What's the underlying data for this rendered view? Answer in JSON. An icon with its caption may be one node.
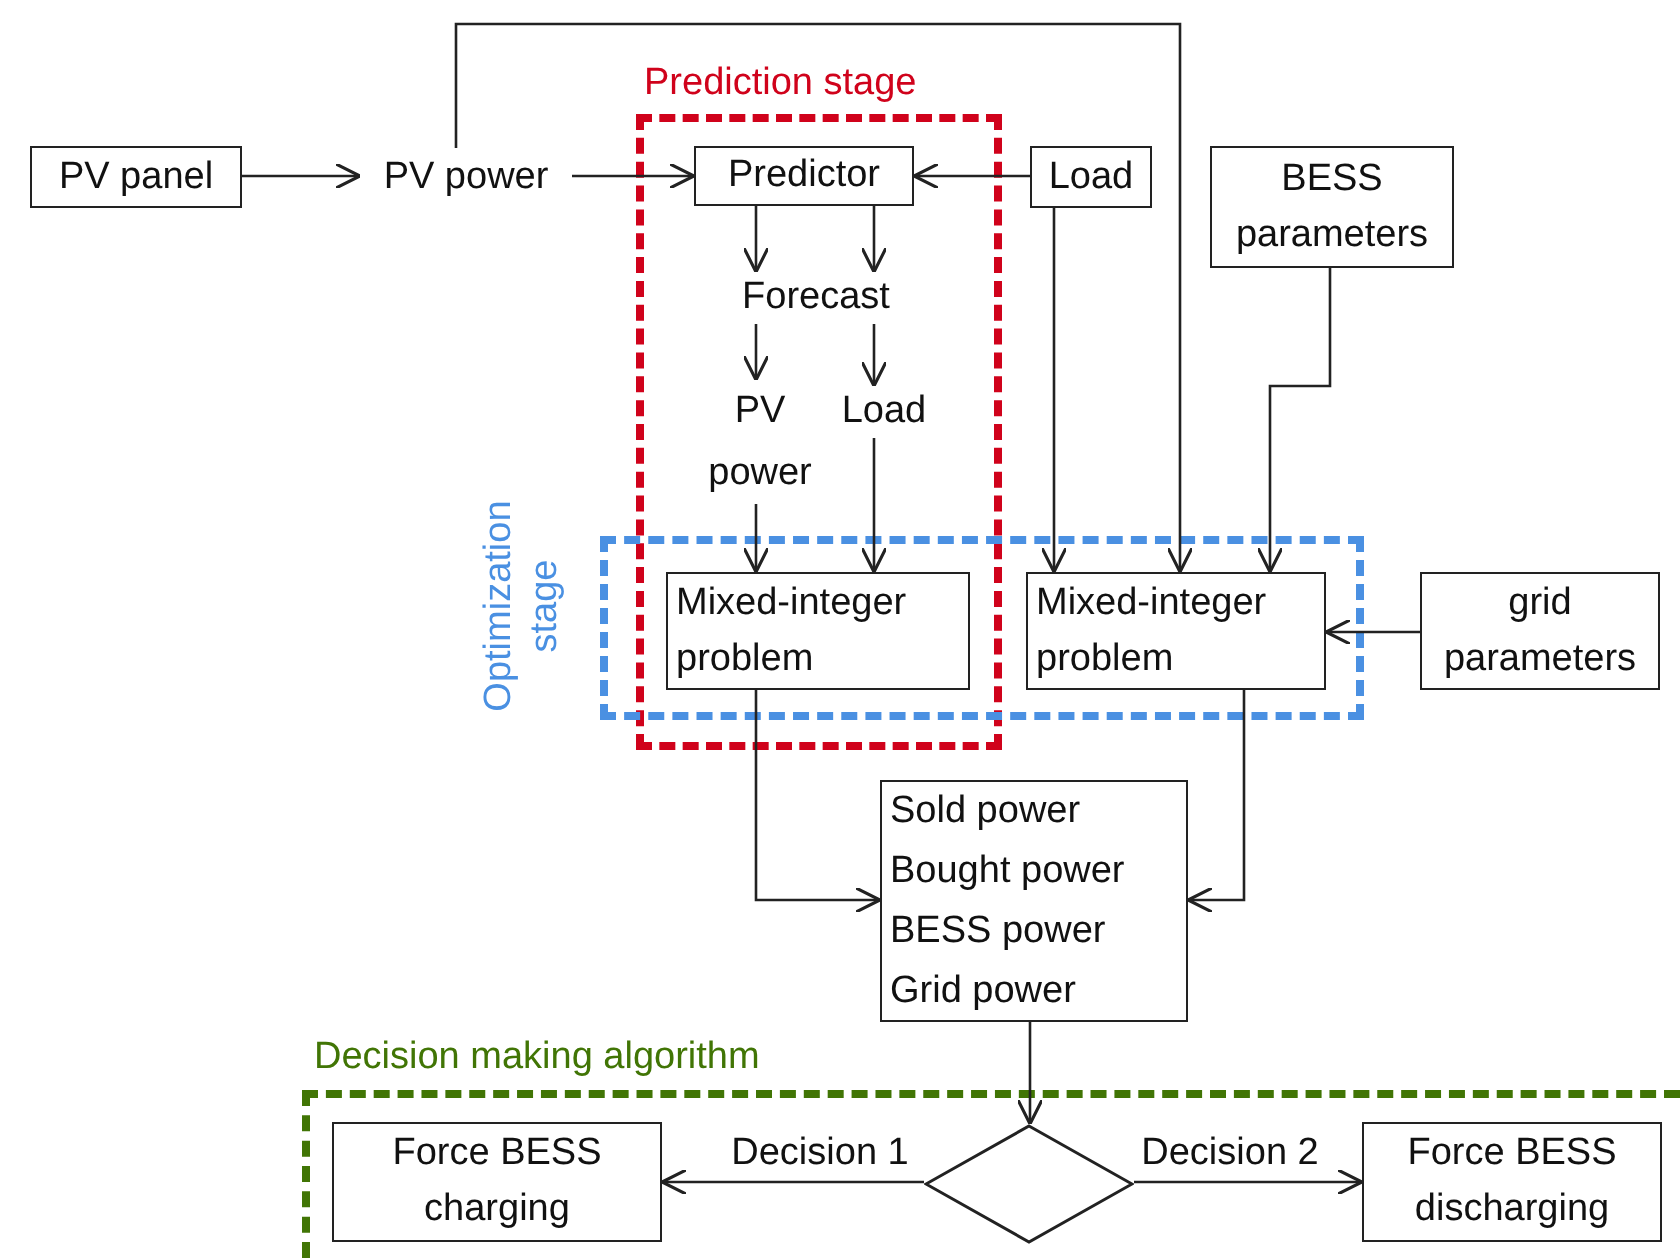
{
  "diagram": {
    "nodes": [
      {
        "text": [
          "PV panel"
        ]
      },
      {
        "text": [
          "PV power"
        ]
      },
      {
        "text": [
          "Prediction stage"
        ]
      },
      {
        "text": [
          "Predictor"
        ],
        "in": 2
      },
      {
        "text": [
          "Load"
        ]
      },
      {
        "text": [
          "BESS parameters"
        ]
      },
      {
        "text": [
          "Forecast"
        ],
        "in": 2
      },
      {
        "text": [
          "PV power"
        ],
        "in": 2
      },
      {
        "text": [
          "Load"
        ],
        "in": 2
      },
      {
        "text": [
          "Optimization stage"
        ]
      },
      {
        "text": [
          "Mixed-integer problem"
        ]
      },
      {
        "text": [
          "Mixed-integer problem"
        ],
        "in": 9
      },
      {
        "text": [
          "grid parameters"
        ]
      },
      {
        "text": [
          "Sold power",
          "Bought power",
          "BESS power",
          "Grid power"
        ]
      },
      {
        "text": [
          "Decision making algorithm"
        ]
      },
      {
        "text": [
          "Force BESS charging"
        ],
        "in": 14
      },
      {
        "text": [],
        "shape": "diamond",
        "in": 14
      },
      {
        "text": [
          "Force BESS discharging"
        ],
        "in": 14
      }
    ],
    "edges": [
      {
        "from": 0,
        "to": 1,
        "arrow": "to"
      },
      {
        "from": 1,
        "to": 3,
        "arrow": "to"
      },
      {
        "from": 1,
        "to": 11,
        "arrow": "to"
      },
      {
        "from": 4,
        "to": 3,
        "arrow": "to"
      },
      {
        "from": 3,
        "to": 6,
        "arrow": "to"
      },
      {
        "from": 3,
        "to": 6,
        "arrow": "to"
      },
      {
        "from": 6,
        "to": 7,
        "arrow": "to"
      },
      {
        "from": 6,
        "to": 8,
        "arrow": "to"
      },
      {
        "from": 7,
        "to": 10,
        "arrow": "to"
      },
      {
        "from": 8,
        "to": 10,
        "arrow": "to"
      },
      {
        "from": 4,
        "to": 11,
        "arrow": "to"
      },
      {
        "from": 5,
        "to": 11,
        "arrow": "to"
      },
      {
        "from": 12,
        "to": 11,
        "arrow": "to"
      },
      {
        "from": 10,
        "to": 13,
        "arrow": "to"
      },
      {
        "from": 11,
        "to": 13,
        "arrow": "to"
      },
      {
        "from": 13,
        "to": 16,
        "arrow": "to"
      },
      {
        "from": 16,
        "to": 15,
        "label": "Decision 1",
        "arrow": "to"
      },
      {
        "from": 16,
        "to": 17,
        "label": "Decision 2",
        "arrow": "to"
      }
    ]
  }
}
